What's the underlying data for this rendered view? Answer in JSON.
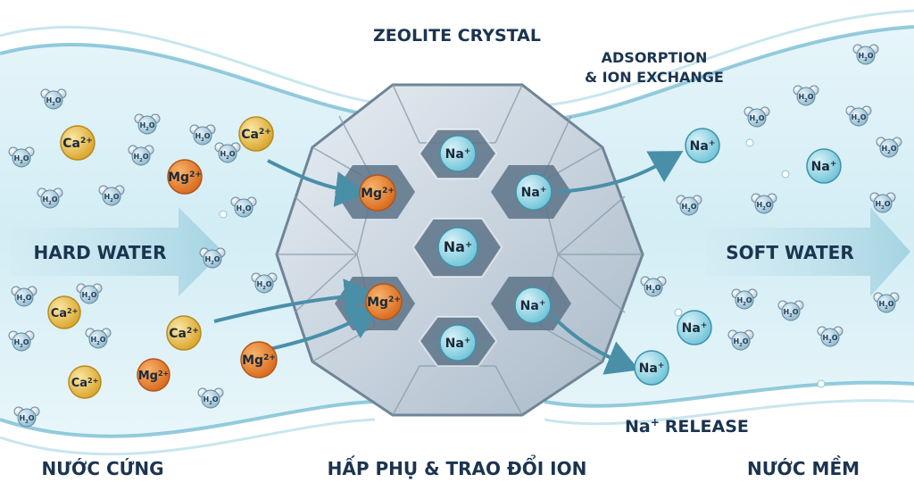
{
  "labels": {
    "title": "ZEOLITE CRYSTAL",
    "adsorption_line1": "ADSORPTION",
    "adsorption_line2": "& ION EXCHANGE",
    "hard_water": "HARD WATER",
    "soft_water": "SOFT WATER",
    "na_release": "RELEASE",
    "bottom_left": "NƯỚC CỨNG",
    "bottom_center": "HẤP PHỤ & TRAO ĐỔI ION",
    "bottom_right": "NƯỚC MỀM"
  },
  "ions": {
    "ca": {
      "symbol": "Ca",
      "charge": "2+"
    },
    "mg": {
      "symbol": "Mg",
      "charge": "2+"
    },
    "na": {
      "symbol": "Na",
      "charge": "+"
    },
    "water": {
      "h": "H",
      "sub": "2",
      "o": "O"
    }
  },
  "colors": {
    "water_stream": "#cde9f2",
    "water_edge": "#5fb2cc",
    "ca_color": "#e8b93a",
    "mg_color": "#e8832a",
    "na_color": "#7fd0e2",
    "crystal": "#c6d3df",
    "arrow": "#4a8fa8",
    "text": "#1b3450"
  }
}
